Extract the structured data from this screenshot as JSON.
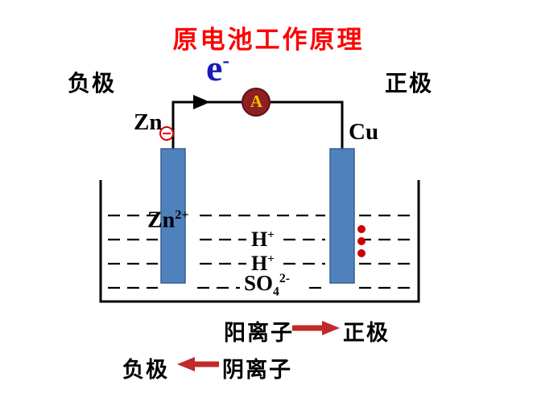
{
  "title": "原电池工作原理",
  "top_labels": {
    "negative": "负极",
    "positive": "正极"
  },
  "circuit": {
    "electron_base": "e",
    "electron_charge": "-",
    "ammeter": "A",
    "zinc": "Zn",
    "copper": "Cu"
  },
  "solution": {
    "zn_base": "Zn",
    "zn_sup": "2+",
    "h_base": "H",
    "h_sup": "+",
    "so4_base": "SO",
    "so4_sub": "4",
    "so4_sup": "2-"
  },
  "legend": {
    "cation": "阳离子",
    "cation_target": "正极",
    "anion": "阴离子",
    "anion_target": "负极"
  },
  "colors": {
    "title_red": "#fe0000",
    "electron_blue": "#1a1ab8",
    "ammeter_fill": "#8c2022",
    "ammeter_letter": "#f5c400",
    "electrode_blue": "#4f81bd",
    "arrow_red": "#c02a2a",
    "bubble_red": "#cc0000"
  }
}
